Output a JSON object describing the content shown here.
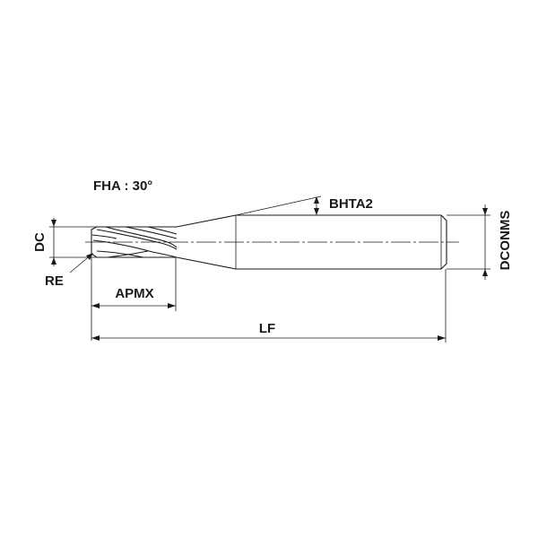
{
  "labels": {
    "fha": "FHA : 30°",
    "bhta2": "BHTA2",
    "dc": "DC",
    "re": "RE",
    "apmx": "APMX",
    "lf": "LF",
    "dconms": "DCONMS"
  },
  "colors": {
    "line": "#1a1a1a",
    "background": "#ffffff"
  }
}
